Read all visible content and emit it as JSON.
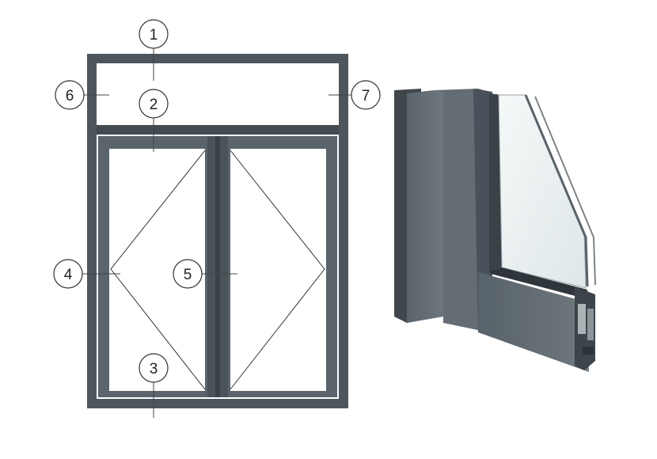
{
  "callouts": [
    {
      "number": "1"
    },
    {
      "number": "2"
    },
    {
      "number": "3"
    },
    {
      "number": "4"
    },
    {
      "number": "5"
    },
    {
      "number": "6"
    },
    {
      "number": "7"
    }
  ],
  "colors": {
    "frame": "#4d565c",
    "frame_dark": "#3b4247",
    "glass_tint": "#eef3f3",
    "leader": "#333333"
  }
}
